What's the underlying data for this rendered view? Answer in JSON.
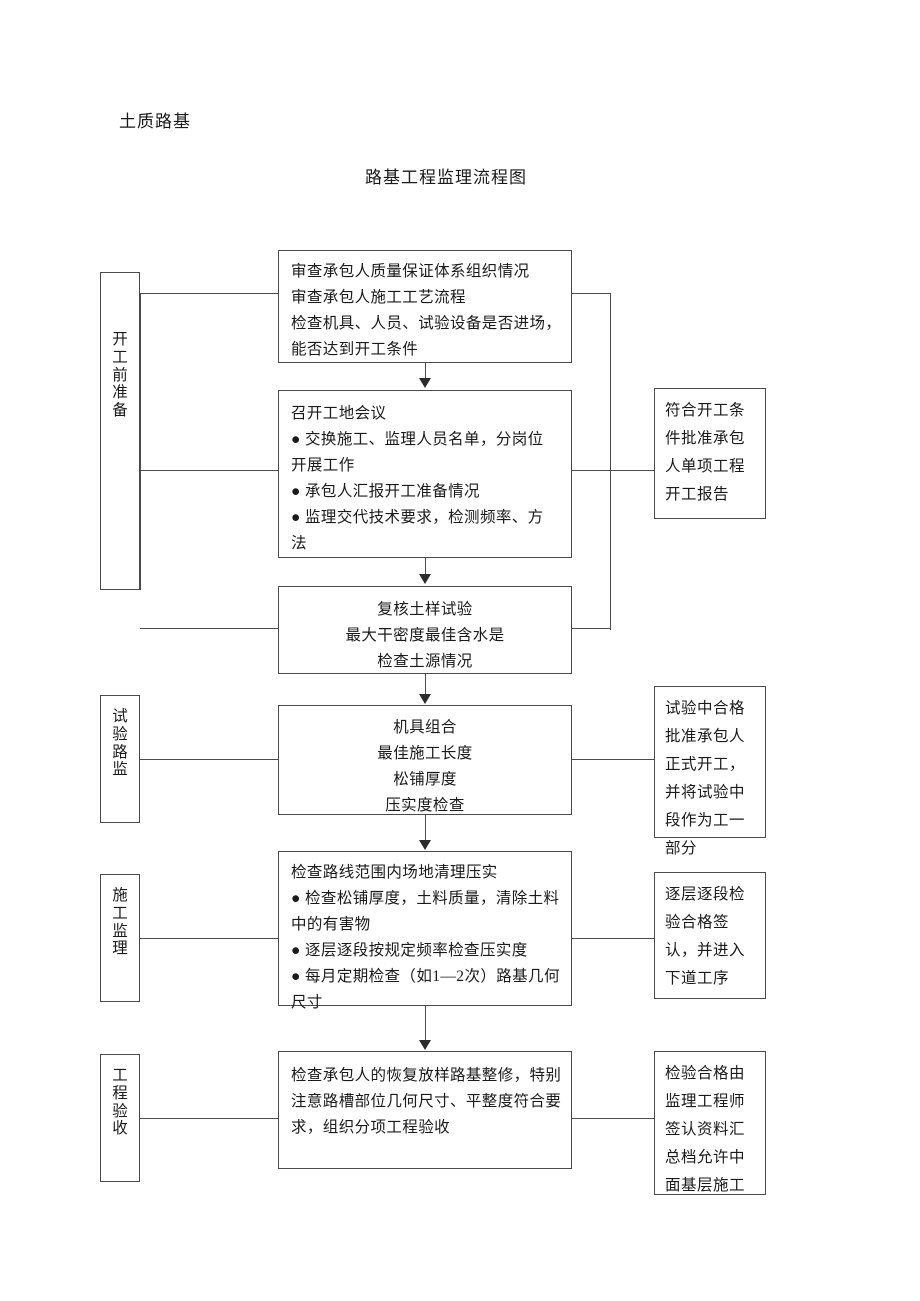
{
  "document": {
    "subject_label": "土质路基",
    "chart_title": "路基工程监理流程图"
  },
  "stages": [
    {
      "id": "stage-pre-construction",
      "label": "开\n工\n前\n准\n备"
    },
    {
      "id": "stage-test-road",
      "label": "试\n验\n路\n监"
    },
    {
      "id": "stage-construction",
      "label": "施\n工\n监\n理"
    },
    {
      "id": "stage-acceptance",
      "label": "工\n程\n验\n收"
    }
  ],
  "process_boxes": [
    {
      "id": "review-contractor",
      "text": "审查承包人质量保证体系组织情况\n审查承包人施工工艺流程\n检查机具、人员、试验设备是否进场，\n能否达到开工条件"
    },
    {
      "id": "site-meeting",
      "text": "召开工地会议\n● 交换施工、监理人员名单，分岗位\n开展工作\n● 承包人汇报开工准备情况\n● 监理交代技术要求，检测频率、方\n法"
    },
    {
      "id": "soil-sample-test",
      "text": "复核土样试验\n最大干密度最佳含水是\n检查土源情况"
    },
    {
      "id": "equipment-combination",
      "text": "机具组合\n最佳施工长度\n松铺厚度\n压实度检查"
    },
    {
      "id": "construction-inspection",
      "text": "检查路线范围内场地清理压实\n● 检查松铺厚度，土料质量，清除土料\n中的有害物\n● 逐层逐段按规定频率检查压实度\n● 每月定期检查（如1—2次）路基几何\n尺寸"
    },
    {
      "id": "final-inspection",
      "text": "检查承包人的恢复放样路基整修，特别\n注意路槽部位几何尺寸、平整度符合要\n求，组织分项工程验收"
    }
  ],
  "note_boxes": [
    {
      "id": "note-start-approval",
      "text": "符合开工条\n件批准承包\n人单项工程\n开工报告"
    },
    {
      "id": "note-test-approval",
      "text": "试验中合格\n批准承包人\n正式开工，\n并将试验中\n段作为工一\n部分"
    },
    {
      "id": "note-layer-signoff",
      "text": "逐层逐段检\n验合格签\n认，并进入\n下道工序"
    },
    {
      "id": "note-archive-approval",
      "text": "检验合格由\n监理工程师\n签认资料汇\n总档允许中\n面基层施工"
    }
  ],
  "colors": {
    "line": "#4a4a4a",
    "arrow": "#2b2b2b",
    "text": "#1a1a1a",
    "background": "#ffffff"
  }
}
